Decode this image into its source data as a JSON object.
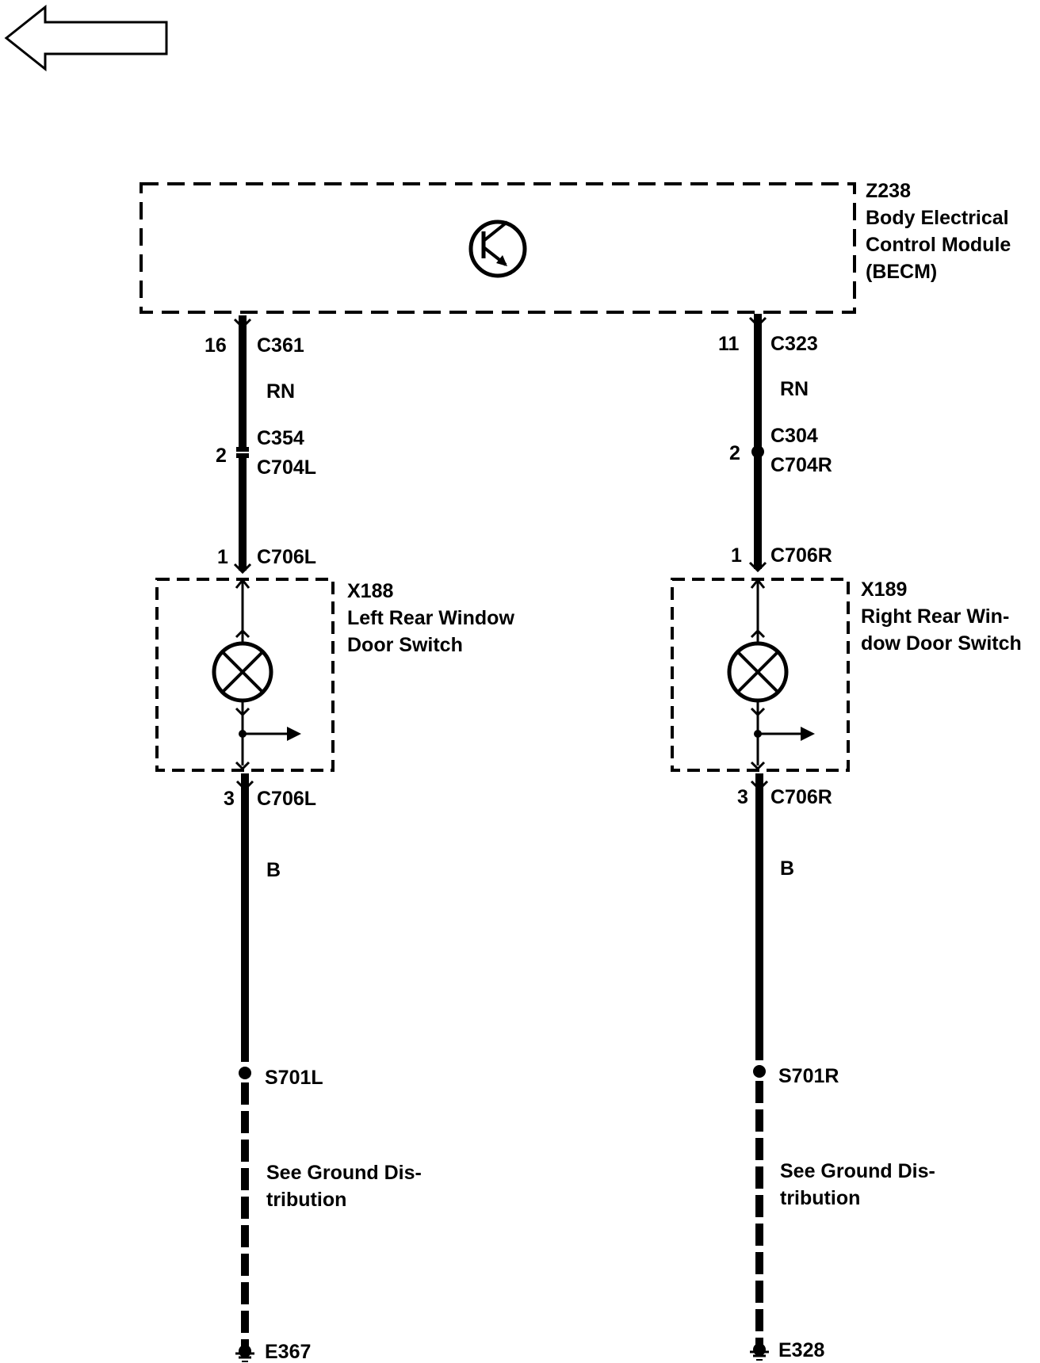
{
  "back_arrow": {
    "icon": "left-arrow-icon"
  },
  "module": {
    "id": "Z238",
    "name_line1": "Body Electrical",
    "name_line2": "Control Module",
    "name_line3": "(BECM)",
    "icon": "transistor-icon"
  },
  "left_circuit": {
    "pin_top": "16",
    "conn_top": "C361",
    "wire_color_top": "RN",
    "pin_inline": "2",
    "conn_inline_a": "C354",
    "conn_inline_b": "C704L",
    "pin_switch_in": "1",
    "conn_switch_in": "C706L",
    "switch": {
      "id": "X188",
      "name_line1": "Left Rear Window",
      "name_line2": "Door Switch",
      "icon": "lamp-icon"
    },
    "pin_switch_out": "3",
    "conn_switch_out": "C706L",
    "wire_color_bottom": "B",
    "splice": "S701L",
    "note_line1": "See Ground Dis-",
    "note_line2": "tribution",
    "ground": "E367"
  },
  "right_circuit": {
    "pin_top": "11",
    "conn_top": "C323",
    "wire_color_top": "RN",
    "pin_inline": "2",
    "conn_inline_a": "C304",
    "conn_inline_b": "C704R",
    "pin_switch_in": "1",
    "conn_switch_in": "C706R",
    "switch": {
      "id": "X189",
      "name_line1": "Right Rear Win-",
      "name_line2": "dow Door Switch",
      "icon": "lamp-icon"
    },
    "pin_switch_out": "3",
    "conn_switch_out": "C706R",
    "wire_color_bottom": "B",
    "splice": "S701R",
    "note_line1": "See Ground Dis-",
    "note_line2": "tribution",
    "ground": "E328"
  }
}
